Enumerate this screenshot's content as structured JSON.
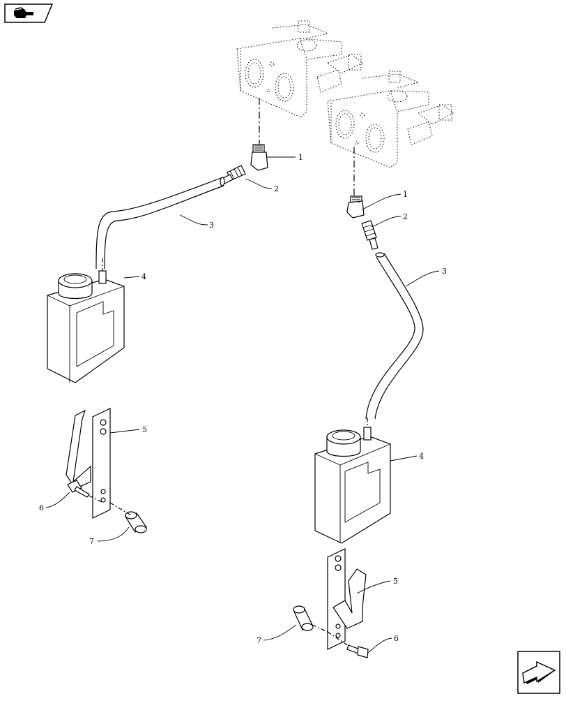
{
  "navigation": {
    "previous_icon": "previous-page-arrow-icon",
    "next_icon": "next-page-arrow-icon"
  },
  "callouts": {
    "left": {
      "c1": "1",
      "c2": "2",
      "c3": "3",
      "c4": "4",
      "c5": "5",
      "c6": "6",
      "c7": "7"
    },
    "right": {
      "c1": "1",
      "c2": "2",
      "c3": "3",
      "c4": "4",
      "c5": "5",
      "c6": "6",
      "c7": "7"
    }
  }
}
